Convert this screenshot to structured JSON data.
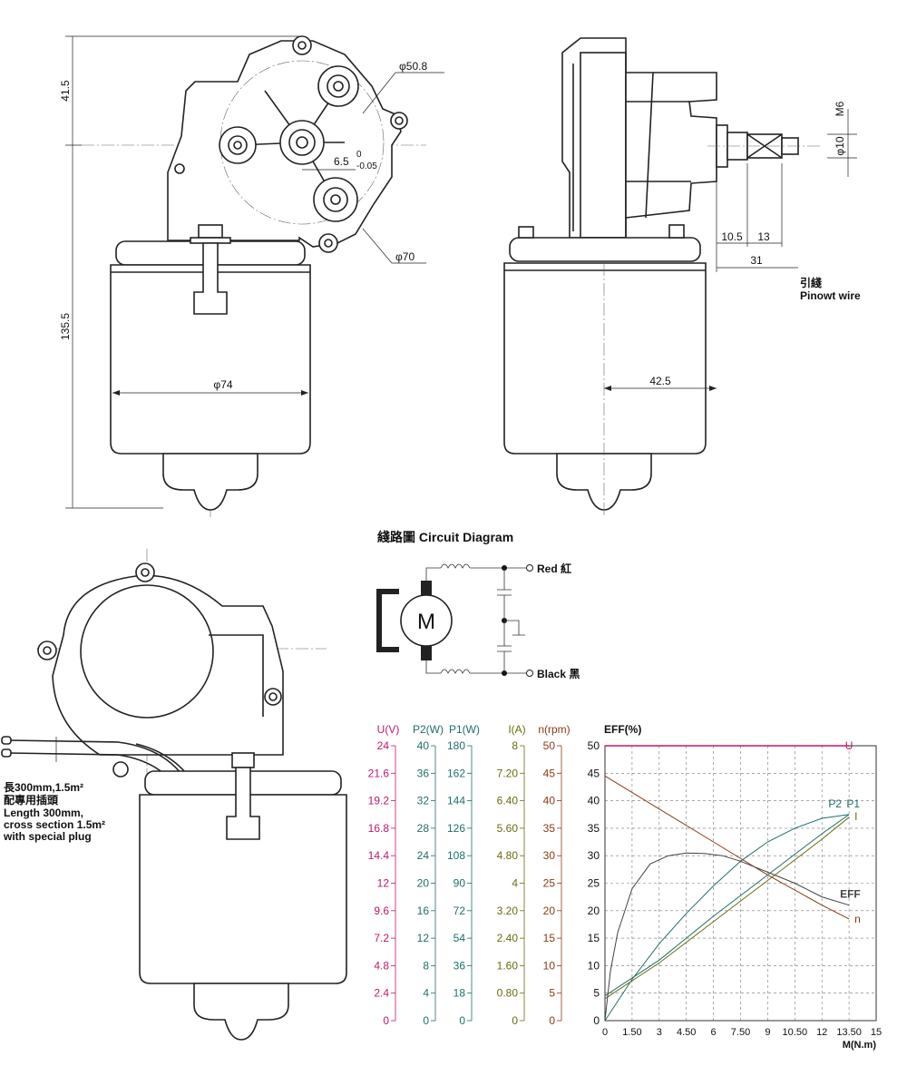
{
  "drawing": {
    "front_view": {
      "dim_height_top": "41.5",
      "dim_height_body": "135.5",
      "dim_pcd": "φ50.8",
      "dim_offset": "6.5",
      "dim_tol_upper": "0",
      "dim_tol_lower": "-0.05",
      "dim_flange": "φ70",
      "dim_body_dia": "φ74"
    },
    "side_view": {
      "dim_thread": "M6",
      "dim_shaft": "φ10",
      "dim_a": "10.5",
      "dim_b": "13",
      "dim_c": "31",
      "dim_body": "42.5",
      "wire_label_cn": "引綫",
      "wire_label_en": "Pinowt wire"
    },
    "bottom_view": {
      "note_line1": "長300mm,1.5m²",
      "note_line2": "配專用插頭",
      "note_line3": "Length 300mm,",
      "note_line4": "cross section 1.5m²",
      "note_line5": "with special plug"
    }
  },
  "circuit": {
    "title": "綫路圖 Circuit Diagram",
    "motor_symbol": "M",
    "red_label": "Red 紅",
    "black_label": "Black 黑"
  },
  "chart_data": {
    "type": "line",
    "title": "",
    "xlabel": "M(N.m)",
    "ylabel": "EFF(%)",
    "x_ticks": [
      "0",
      "1.50",
      "3",
      "4.50",
      "6",
      "7.50",
      "9",
      "10.50",
      "12",
      "13.50",
      "15"
    ],
    "xlim": [
      0,
      15
    ],
    "ylim": [
      0,
      50
    ],
    "eff_ticks": [
      "0",
      "5",
      "10",
      "15",
      "20",
      "25",
      "30",
      "35",
      "40",
      "45",
      "50"
    ],
    "grid": true,
    "left_axes": [
      {
        "label": "U(V)",
        "color": "#c0176e",
        "ticks": [
          "0",
          "2.4",
          "4.8",
          "7.2",
          "9.6",
          "12",
          "14.4",
          "16.8",
          "19.2",
          "21.6",
          "24"
        ]
      },
      {
        "label": "P2(W)",
        "color": "#1f6f6a",
        "ticks": [
          "0",
          "4",
          "8",
          "12",
          "16",
          "20",
          "24",
          "28",
          "32",
          "36",
          "40"
        ]
      },
      {
        "label": "P1(W)",
        "color": "#1f6f6a",
        "ticks": [
          "0",
          "18",
          "36",
          "54",
          "72",
          "90",
          "108",
          "126",
          "144",
          "162",
          "180"
        ]
      },
      {
        "label": "I(A)",
        "color": "#6b6b10",
        "ticks": [
          "0",
          "0.80",
          "1.60",
          "2.40",
          "3.20",
          "4",
          "4.80",
          "5.60",
          "6.40",
          "7.20",
          "8"
        ]
      },
      {
        "label": "n(rpm)",
        "color": "#8a3a14",
        "ticks": [
          "0",
          "5",
          "10",
          "15",
          "20",
          "25",
          "30",
          "35",
          "40",
          "45",
          "50"
        ]
      }
    ],
    "series": [
      {
        "name": "U",
        "color": "#c0176e",
        "x": [
          0,
          13.5
        ],
        "y": [
          50,
          50
        ]
      },
      {
        "name": "P1",
        "color": "#1f6f6a",
        "x": [
          0,
          3,
          6,
          9,
          12,
          13.5
        ],
        "y": [
          4.5,
          11,
          19,
          26.5,
          34,
          37.5
        ]
      },
      {
        "name": "P2",
        "color": "#1f6f6a",
        "x": [
          0,
          1.5,
          3,
          4.5,
          6,
          7.5,
          9,
          10.5,
          12,
          13.5
        ],
        "y": [
          0,
          7.5,
          14,
          19.5,
          24.5,
          29,
          32.5,
          35,
          36.8,
          37.5
        ]
      },
      {
        "name": "I",
        "color": "#6b6b10",
        "x": [
          0,
          3,
          6,
          9,
          12,
          13.5
        ],
        "y": [
          4,
          10.5,
          18,
          25.5,
          33,
          37
        ]
      },
      {
        "name": "n",
        "color": "#8a3a14",
        "x": [
          0,
          3,
          6,
          9,
          12,
          13.5
        ],
        "y": [
          44.5,
          38.5,
          32.5,
          26.5,
          21,
          18.5
        ]
      },
      {
        "name": "EFF",
        "color": "#444444",
        "x": [
          0,
          0.3,
          0.7,
          1.5,
          2.5,
          3.5,
          4.5,
          5.5,
          6.5,
          7.5,
          9,
          10.5,
          12,
          13.5
        ],
        "y": [
          0,
          9,
          16,
          24,
          28.5,
          30,
          30.5,
          30.4,
          30,
          29,
          27,
          25,
          22.5,
          21
        ]
      }
    ]
  }
}
